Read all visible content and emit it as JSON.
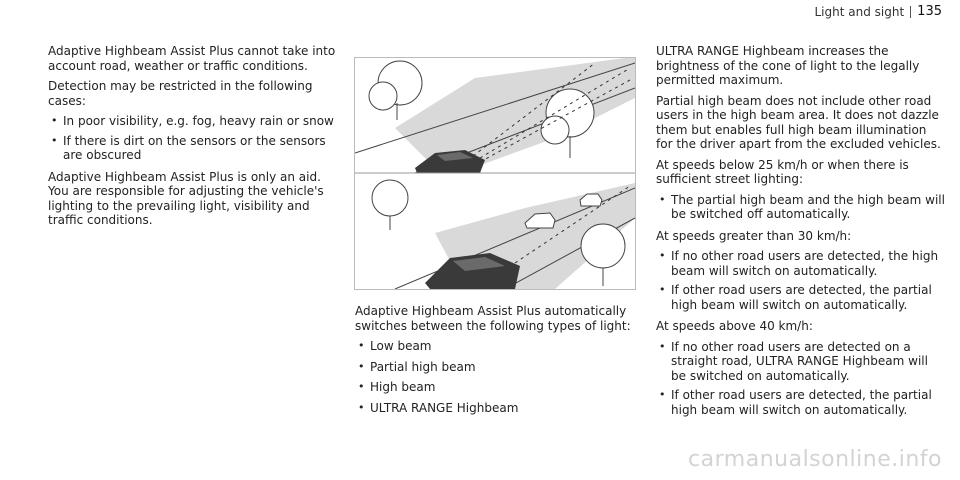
{
  "header": {
    "section": "Light and sight",
    "page_number": "135"
  },
  "left_column": {
    "para1": "Adaptive Highbeam Assist Plus cannot take into account road, weather or traffic conditions.",
    "para2": "Detection may be restricted in the following cases:",
    "list": [
      "In poor visibility, e.g. fog, heavy rain or snow",
      "If there is dirt on the sensors or the sensors are obscured"
    ],
    "para3": "Adaptive Highbeam Assist Plus is only an aid. You are responsible for adjusting the vehicle's lighting to the prevailing light, visibility and traffic conditions."
  },
  "middle_column": {
    "intro": "Adaptive Highbeam Assist Plus automatically switches between the following types of light:",
    "list": [
      "Low beam",
      "Partial high beam",
      "High beam",
      "ULTRA RANGE Highbeam"
    ]
  },
  "right_column": {
    "para1": "ULTRA RANGE Highbeam increases the brightness of the cone of light to the legally permitted maximum.",
    "para2": "Partial high beam does not include other road users in the high beam area. It does not dazzle them but enables full high beam illumination for the driver apart from the excluded vehicles.",
    "para3": "At speeds below 25 km/h or when there is sufficient street lighting:",
    "list1": [
      "The partial high beam and the high beam will be switched off automatically."
    ],
    "para4": "At speeds greater than 30 km/h:",
    "list2": [
      "If no other road users are detected, the high beam will switch on automatically.",
      "If other road users are detected, the partial high beam will switch on automatically."
    ],
    "para5": "At speeds above 40 km/h:",
    "list3": [
      "If no other road users are detected on a straight road, ULTRA RANGE Highbeam will be switched on automatically.",
      "If other road users are detected, the partial high beam will switch on automatically."
    ]
  },
  "bullet_glyph": "•",
  "watermark": "carmanualsonline.info"
}
